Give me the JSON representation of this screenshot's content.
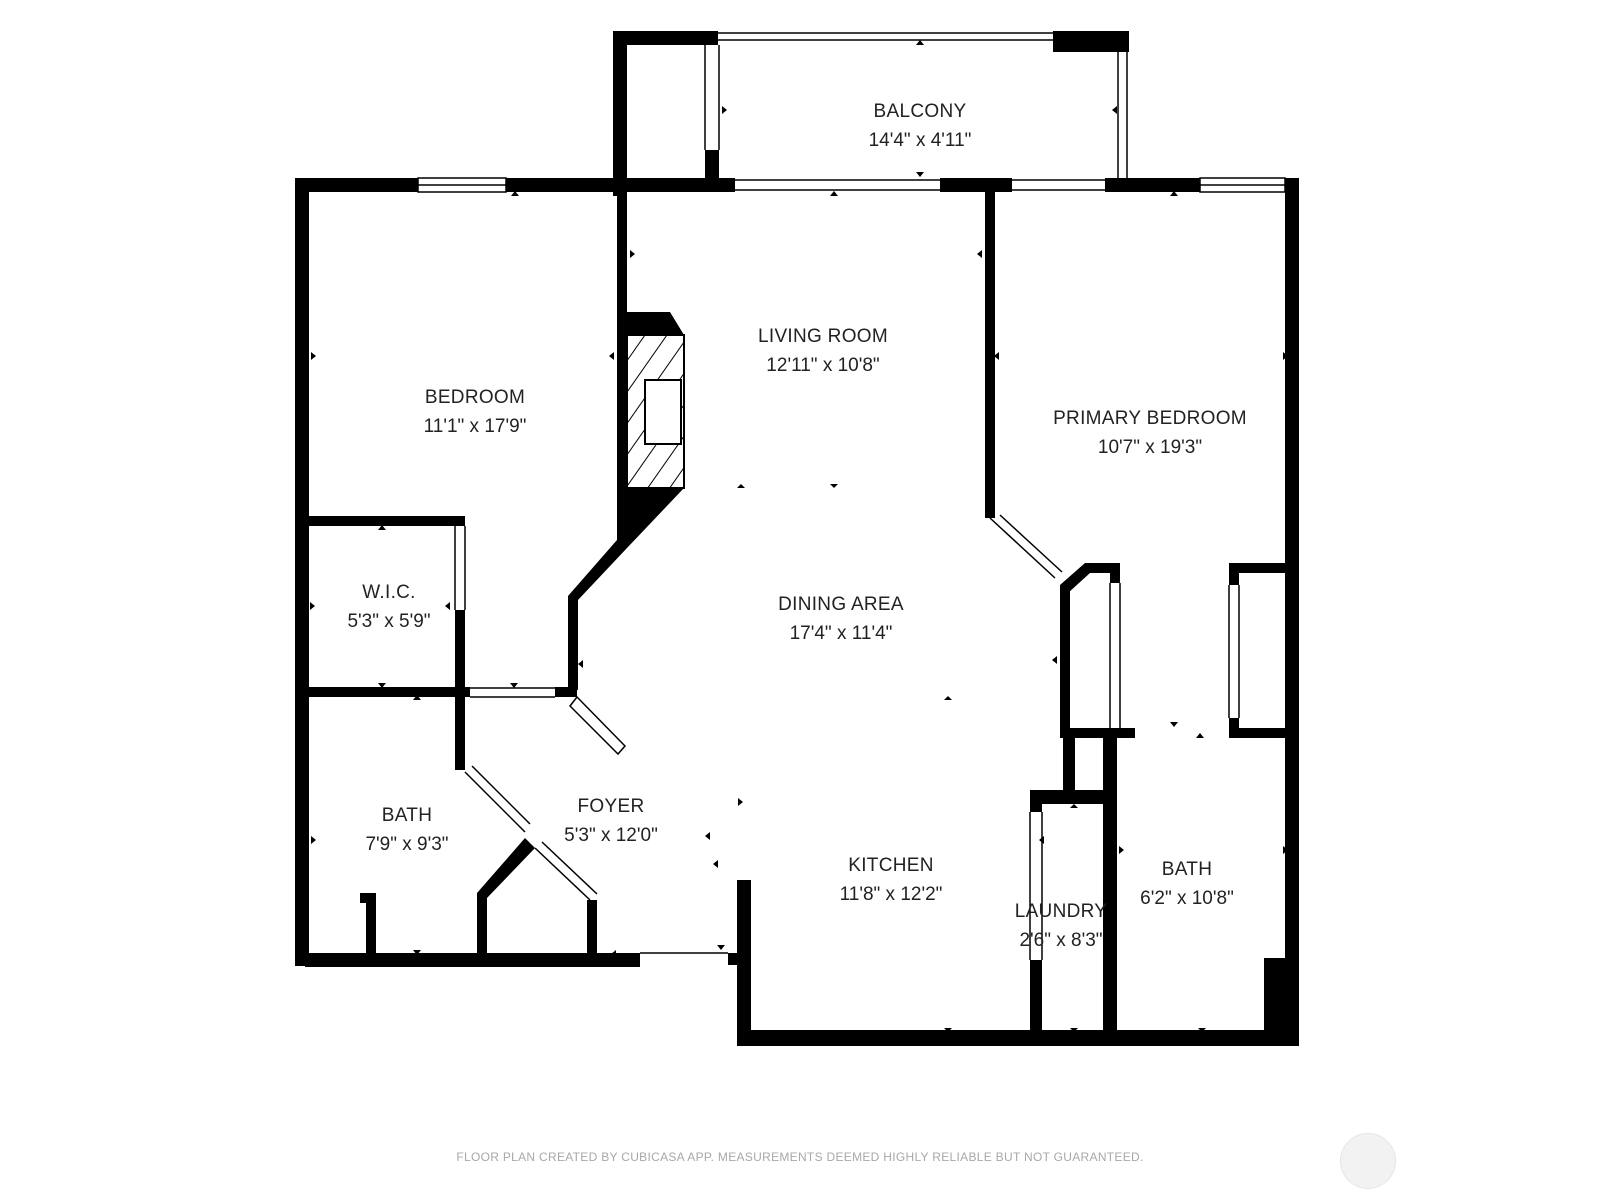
{
  "rooms": {
    "balcony": {
      "name": "BALCONY",
      "dims": "14'4\" x 4'11\""
    },
    "living": {
      "name": "LIVING ROOM",
      "dims": "12'11\" x 10'8\""
    },
    "bedroom": {
      "name": "BEDROOM",
      "dims": "11'1\" x 17'9\""
    },
    "primary": {
      "name": "PRIMARY BEDROOM",
      "dims": "10'7\" x 19'3\""
    },
    "wic": {
      "name": "W.I.C.",
      "dims": "5'3\" x 5'9\""
    },
    "dining": {
      "name": "DINING AREA",
      "dims": "17'4\" x 11'4\""
    },
    "bath1": {
      "name": "BATH",
      "dims": "7'9\" x 9'3\""
    },
    "foyer": {
      "name": "FOYER",
      "dims": "5'3\" x 12'0\""
    },
    "kitchen": {
      "name": "KITCHEN",
      "dims": "11'8\" x 12'2\""
    },
    "laundry": {
      "name": "LAUNDRY",
      "dims": "2'6\" x 8'3\""
    },
    "bath2": {
      "name": "BATH",
      "dims": "6'2\" x 10'8\""
    }
  },
  "footer": "FLOOR PLAN CREATED BY CUBICASA APP. MEASUREMENTS DEEMED HIGHLY RELIABLE BUT NOT GUARANTEED.",
  "colors": {
    "wall": "#000000",
    "text": "#222222",
    "footer": "#a8a8a8",
    "background": "#ffffff"
  }
}
